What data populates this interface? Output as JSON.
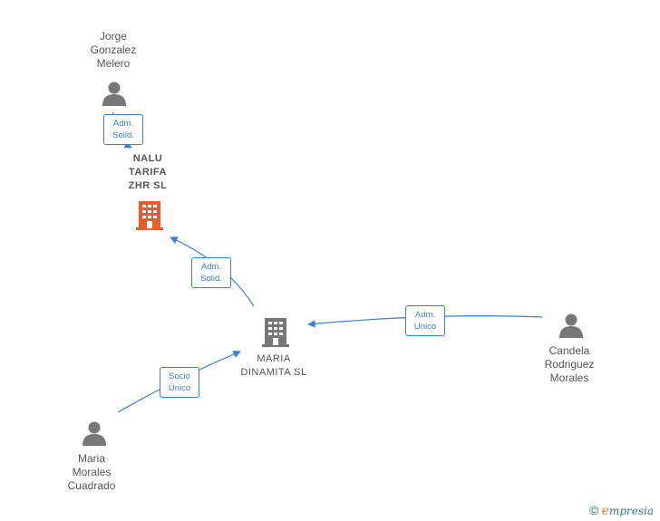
{
  "persons": {
    "jorge": "Jorge\nGonzalez\nMelero",
    "candela": "Candela\nRodriguez\nMorales",
    "maria": "Maria\nMorales\nCuadrado"
  },
  "companies": {
    "nalu": "NALU\nTARIFA\nZHR  SL",
    "dinamita": "MARIA\nDINAMITA  SL"
  },
  "edges": {
    "jorge_nalu": "Adm.\nSolid.",
    "dinamita_nalu": "Adm.\nSolid.",
    "candela_dinamita": "Adm.\nUnico",
    "maria_dinamita": "Socio\nÚnico"
  },
  "colors": {
    "edge": "#3b7fd0",
    "person_icon": "#777777",
    "company_focus": "#f05a28",
    "company": "#777777"
  },
  "brand": {
    "copyright": "©",
    "e": "e",
    "rest": "mpresia"
  }
}
